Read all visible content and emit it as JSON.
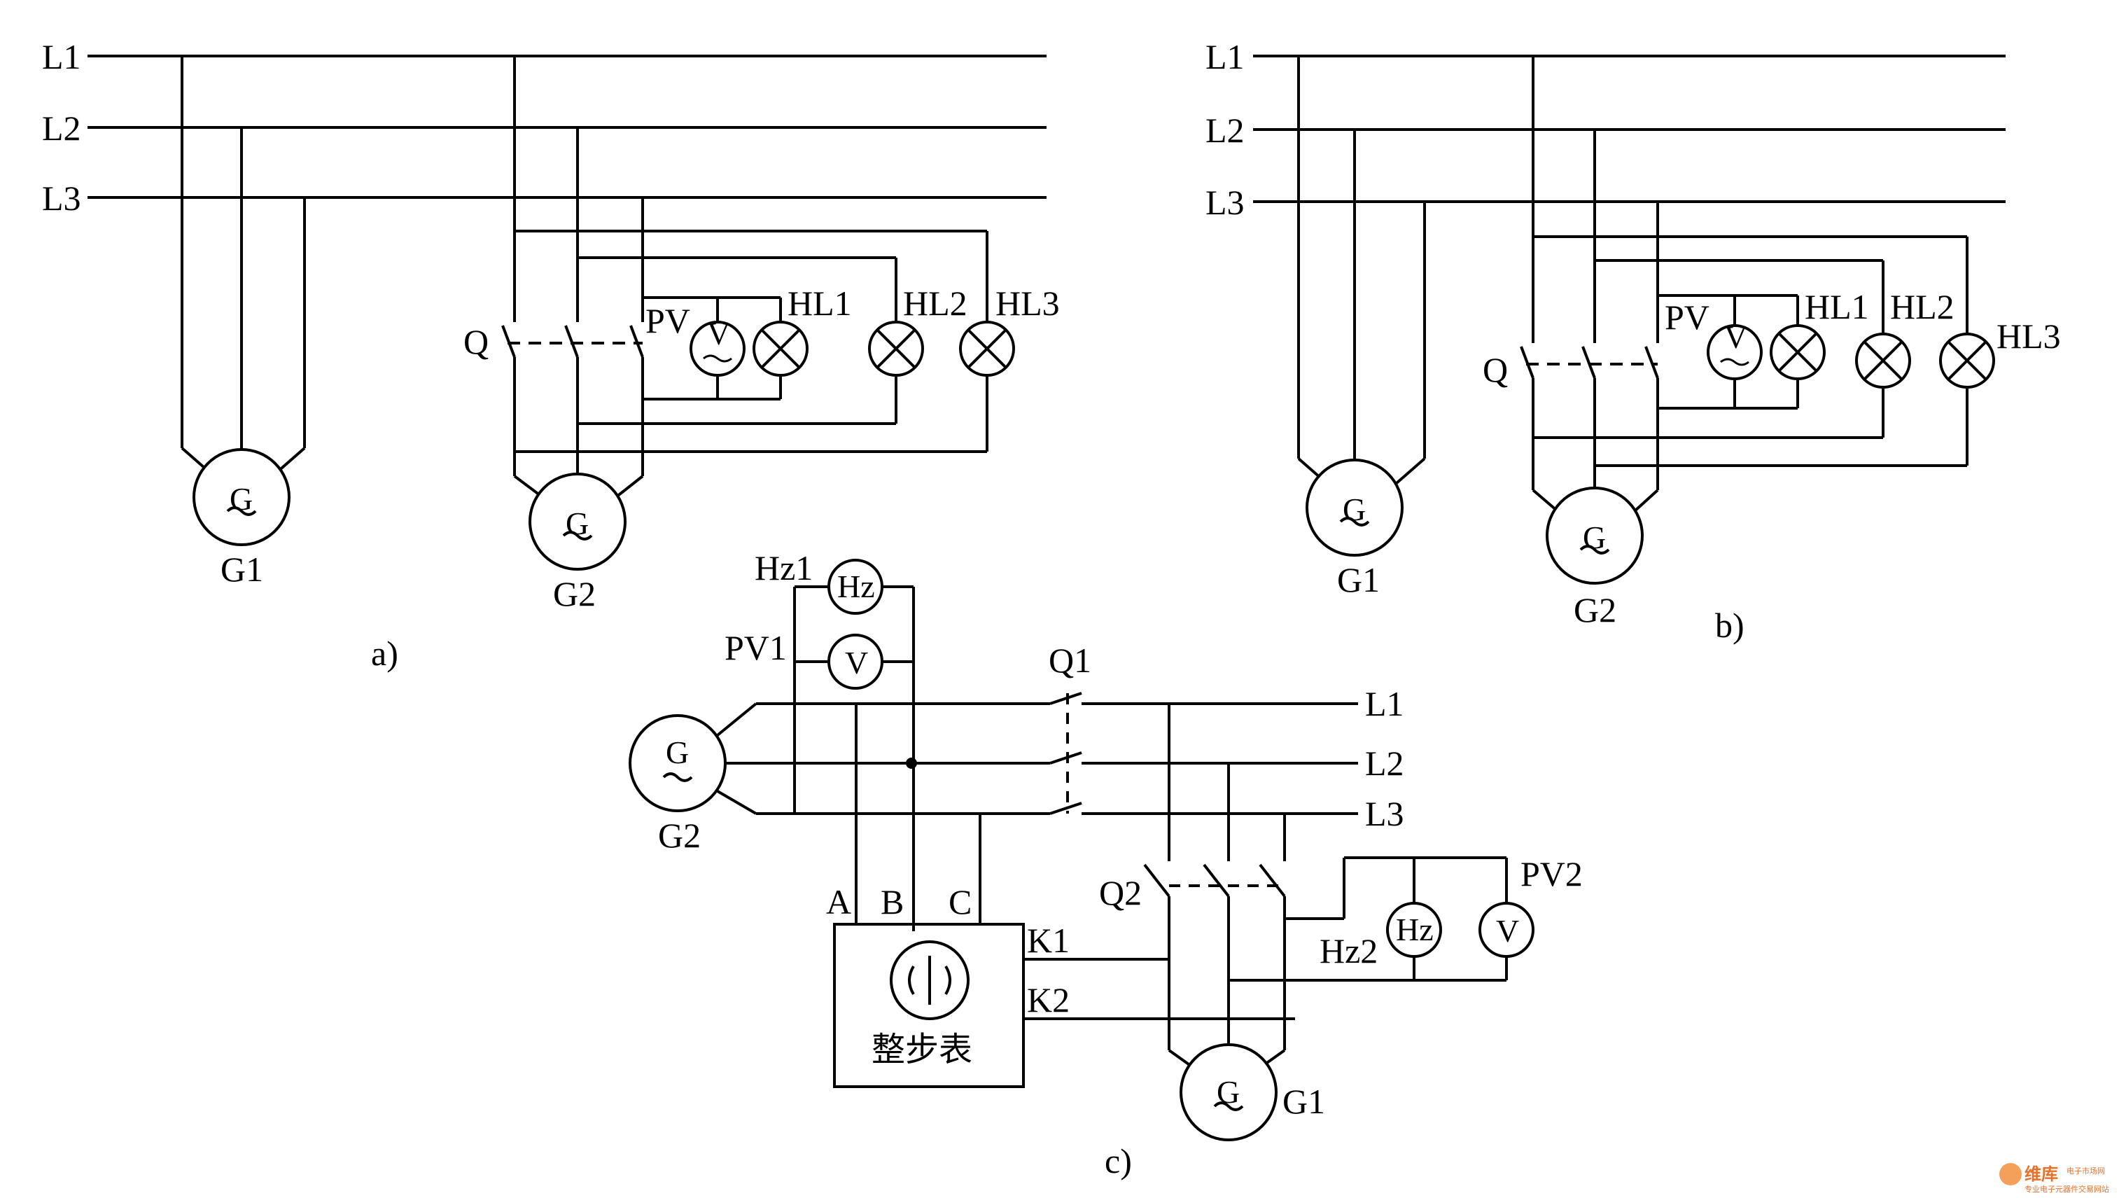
{
  "panel_a": {
    "caption": "a)",
    "bus_labels": [
      "L1",
      "L2",
      "L3"
    ],
    "switch_label": "Q",
    "voltmeter_label": "PV",
    "lamp_labels": [
      "HL1",
      "HL2",
      "HL3"
    ],
    "generator_labels": [
      "G1",
      "G2"
    ]
  },
  "panel_b": {
    "caption": "b)",
    "bus_labels": [
      "L1",
      "L2",
      "L3"
    ],
    "switch_label": "Q",
    "voltmeter_label": "PV",
    "lamp_labels": [
      "HL1",
      "HL2",
      "HL3"
    ],
    "generator_labels": [
      "G1",
      "G2"
    ]
  },
  "panel_c": {
    "caption": "c)",
    "bus_labels": [
      "L1",
      "L2",
      "L3"
    ],
    "breaker_labels": [
      "Q1",
      "Q2"
    ],
    "freq_meter_labels": [
      "Hz1",
      "Hz2"
    ],
    "voltmeter_labels": [
      "PV1",
      "PV2"
    ],
    "synchroscope_terminals": [
      "A",
      "B",
      "C"
    ],
    "synchroscope_outputs": [
      "K1",
      "K2"
    ],
    "synchroscope_label": "整步表",
    "generator_labels": [
      "G2",
      "G1"
    ]
  },
  "symbols": {
    "generator": "G",
    "ac": "~",
    "voltmeter": "V",
    "frequency": "Hz"
  },
  "watermark": {
    "brand": "维库",
    "site": "电子市场网",
    "tagline": "专业电子元器件交易网站"
  }
}
